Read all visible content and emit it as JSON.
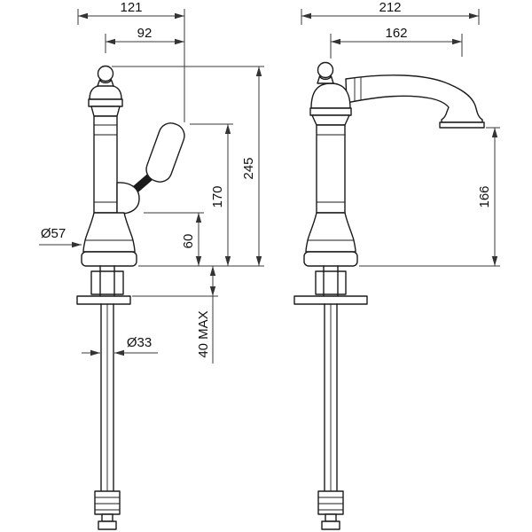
{
  "page": {
    "background": "#ffffff",
    "line_color": "#1b1b1b",
    "dimension_color": "#3a3a3a",
    "text_color": "#111111"
  },
  "drawing": {
    "kind": "faucet-technical-drawing-two-views",
    "side_view": {
      "width_total": "121",
      "width_handle": "92",
      "height_total": "245",
      "height_handle": "170",
      "height_base": "60",
      "dia_base": "Ø57",
      "dia_pipe": "Ø33",
      "deck_thickness": "40 MAX"
    },
    "front_view": {
      "width_total": "212",
      "spout_reach": "162",
      "spout_height": "166"
    }
  }
}
